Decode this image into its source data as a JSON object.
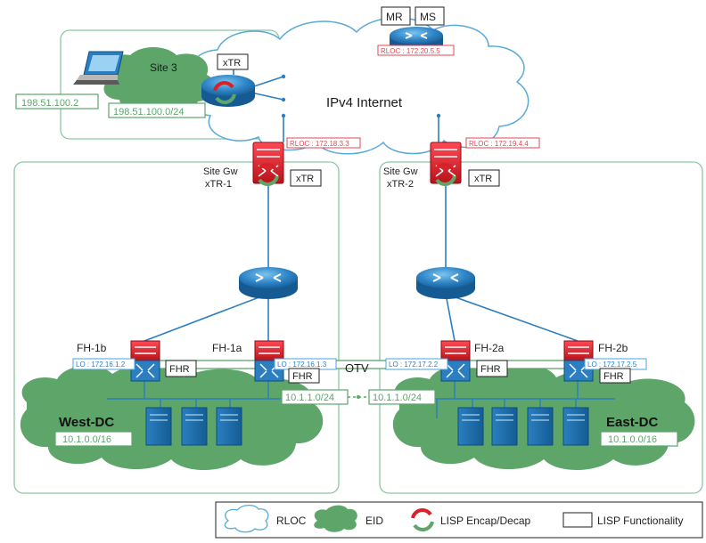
{
  "mapping_server": {
    "mr": "MR",
    "ms": "MS",
    "rloc": "RLOC : 172.20.5.5"
  },
  "internet": {
    "label": "IPv4 Internet"
  },
  "site3": {
    "label": "Site 3",
    "xtr": "xTR",
    "host_ip": "198.51.100.2",
    "prefix": "198.51.100.0/24"
  },
  "west": {
    "gw_label": "Site Gw",
    "xtr_name": "xTR-1",
    "xtr_box": "xTR",
    "rloc": "RLOC : 172.18.3.3",
    "fh1b": "FH-1b",
    "fh1a": "FH-1a",
    "lo_1b": "LO : 172.16.1.2",
    "lo_1a": "LO : 172.16.1.3",
    "fhr_1b": "FHR",
    "fhr_1a": "FHR",
    "dc_name": "West-DC",
    "dc_prefix": "10.1.0.0/16",
    "host_subnet": "10.1.1.0/24"
  },
  "east": {
    "gw_label": "Site Gw",
    "xtr_name": "xTR-2",
    "xtr_box": "xTR",
    "rloc": "RLOC : 172.19.4.4",
    "fh2a": "FH-2a",
    "fh2b": "FH-2b",
    "lo_2a": "LO : 172.17.2.2",
    "lo_2b": "LO : 172.17.2.5",
    "fhr_2a": "FHR",
    "fhr_2b": "FHR",
    "dc_name": "East-DC",
    "dc_prefix": "10.1.0.0/16",
    "host_subnet": "10.1.1.0/24"
  },
  "otv": "OTV",
  "legend": {
    "rloc": "RLOC",
    "eid": "EID",
    "encap": "LISP Encap/Decap",
    "func": "LISP Functionality"
  },
  "colors": {
    "router_blue": "#2b7fc0",
    "switch_red": "#d8222a",
    "eid_green": "#5ea56a",
    "rloc_border": "#e04a55",
    "lo_border": "#4aa3d8",
    "cloud_outline": "#5aaad8",
    "site_border": "#8cc7a3"
  }
}
